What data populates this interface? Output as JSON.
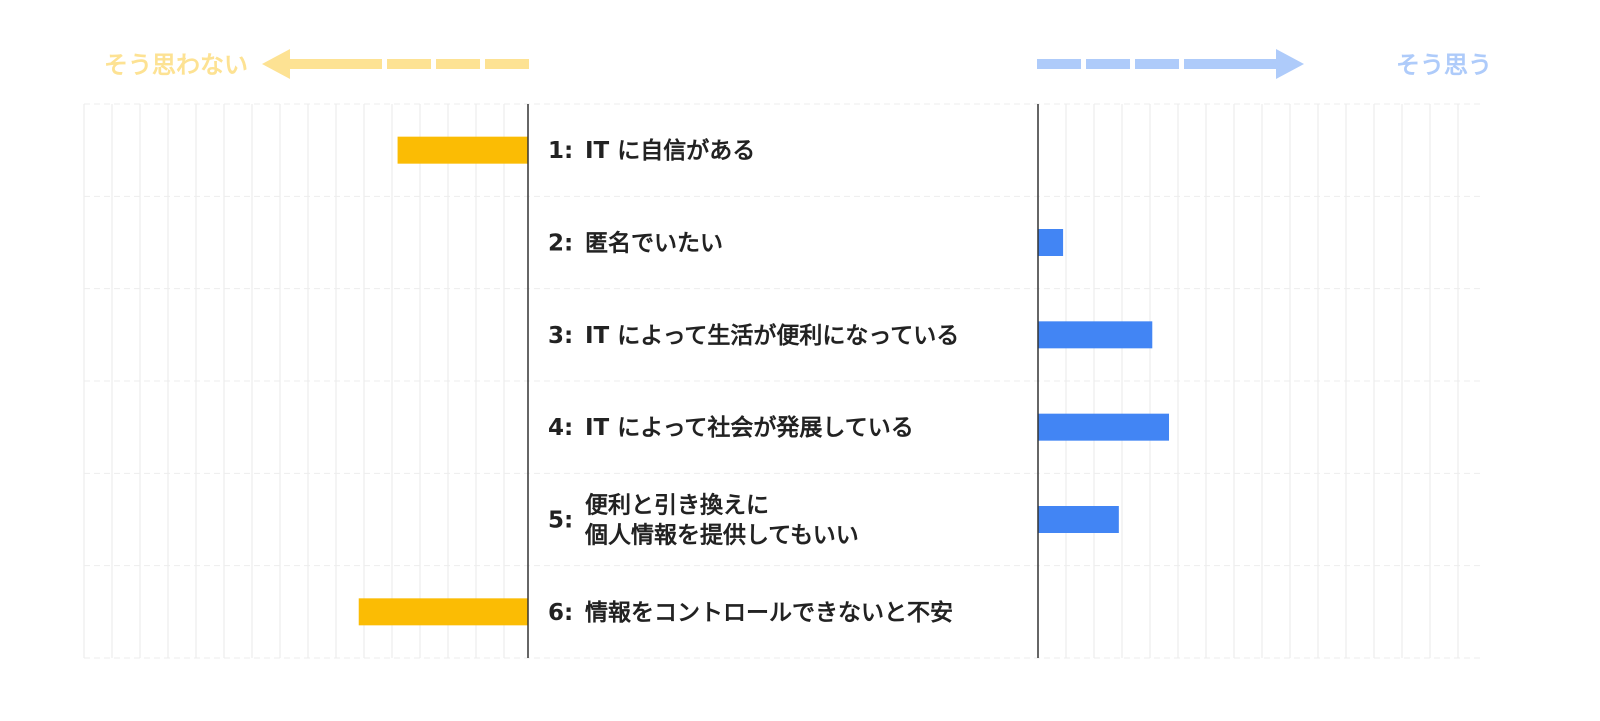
{
  "chart_data": {
    "type": "bar",
    "title": "",
    "xlabel": "",
    "ylabel": "",
    "legend": {
      "left": {
        "label": "そう思わない",
        "color": "#fbbc04",
        "muted_color": "#fde293"
      },
      "right": {
        "label": "そう思う",
        "color": "#4285f4",
        "muted_color": "#aecbfa"
      }
    },
    "categories": [
      {
        "number": "1",
        "lines": [
          "IT に自信がある"
        ]
      },
      {
        "number": "2",
        "lines": [
          "匿名でいたい"
        ]
      },
      {
        "number": "3",
        "lines": [
          "IT によって生活が便利になっている"
        ]
      },
      {
        "number": "4",
        "lines": [
          "IT によって社会が発展している"
        ]
      },
      {
        "number": "5",
        "lines": [
          "便利と引き換えに",
          "個人情報を提供してもいい"
        ]
      },
      {
        "number": "6",
        "lines": [
          "情報をコントロールできないと不安"
        ]
      }
    ],
    "series": [
      {
        "side": "left",
        "values": [
          4.7,
          0,
          0,
          0,
          0,
          6.1
        ]
      },
      {
        "side": "right",
        "values": [
          0,
          0.9,
          4.1,
          4.7,
          2.9,
          0
        ]
      }
    ],
    "xlim": [
      0,
      16
    ],
    "grid": true
  }
}
